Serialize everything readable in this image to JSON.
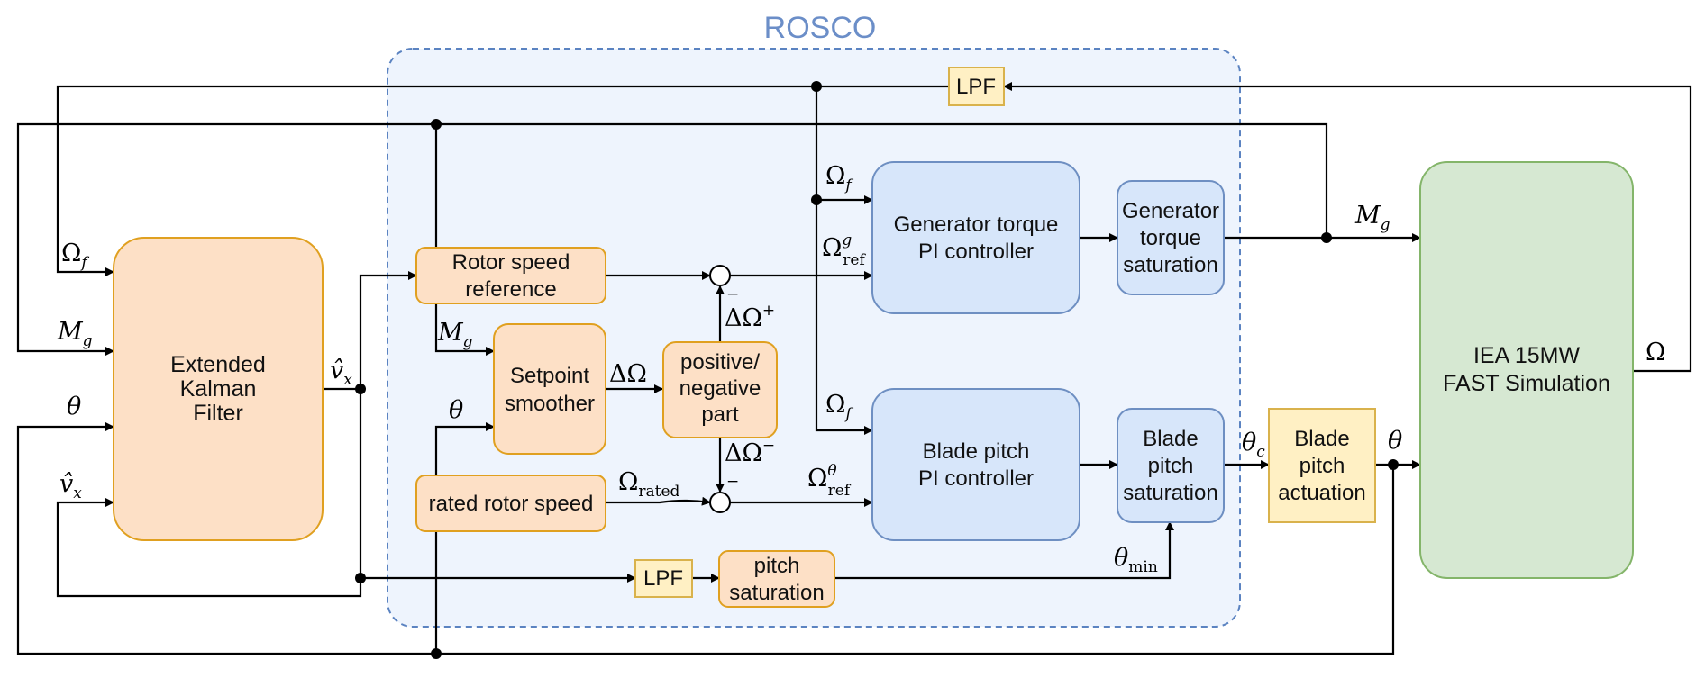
{
  "region": {
    "title": "ROSCO"
  },
  "blocks": {
    "ekf": {
      "lines": [
        "Extended",
        "Kalman",
        "Filter"
      ]
    },
    "rotor_speed_reference": {
      "lines": [
        "Rotor speed",
        "reference"
      ]
    },
    "setpoint_smoother": {
      "lines": [
        "Setpoint",
        "smoother"
      ]
    },
    "positive_negative_part": {
      "lines": [
        "positive/",
        "negative",
        "part"
      ]
    },
    "rated_rotor_speed": {
      "lines": [
        "rated rotor speed"
      ]
    },
    "lpf_top": {
      "lines": [
        "LPF"
      ]
    },
    "lpf_bottom": {
      "lines": [
        "LPF"
      ]
    },
    "pitch_saturation": {
      "lines": [
        "pitch",
        "saturation"
      ]
    },
    "gen_torque_pi": {
      "lines": [
        "Generator torque",
        "PI controller"
      ]
    },
    "gen_torque_sat": {
      "lines": [
        "Generator",
        "torque",
        "saturation"
      ]
    },
    "blade_pitch_pi": {
      "lines": [
        "Blade pitch",
        "PI controller"
      ]
    },
    "blade_pitch_sat": {
      "lines": [
        "Blade",
        "pitch",
        "saturation"
      ]
    },
    "blade_pitch_act": {
      "lines": [
        "Blade",
        "pitch",
        "actuation"
      ]
    },
    "fast_sim": {
      "lines": [
        "IEA 15MW",
        "FAST Simulation"
      ]
    }
  },
  "signals": {
    "omega": "Ω",
    "omega_sub_f": "f",
    "m": "M",
    "m_sub_g": "g",
    "theta": "θ",
    "v_hat": "v̂",
    "v_sub_x": "x",
    "delta_omega": "ΔΩ",
    "plus": "+",
    "minus": "−",
    "sub_ref": "ref",
    "sub_rated": "rated",
    "sub_min": "min",
    "sup_g": "g",
    "sup_theta": "θ",
    "theta_sub_c": "c"
  },
  "colors": {
    "region_fill": "#eef4fd",
    "region_border": "#5b83c1",
    "orange_fill": "#fde0c6",
    "orange_border": "#e0a020",
    "blue_fill": "#d7e6fa",
    "blue_border": "#6e8fc2",
    "yellow_fill": "#fff0c4",
    "yellow_border": "#d9b24c",
    "green_fill": "#d6e8d2",
    "green_border": "#84b56a"
  }
}
